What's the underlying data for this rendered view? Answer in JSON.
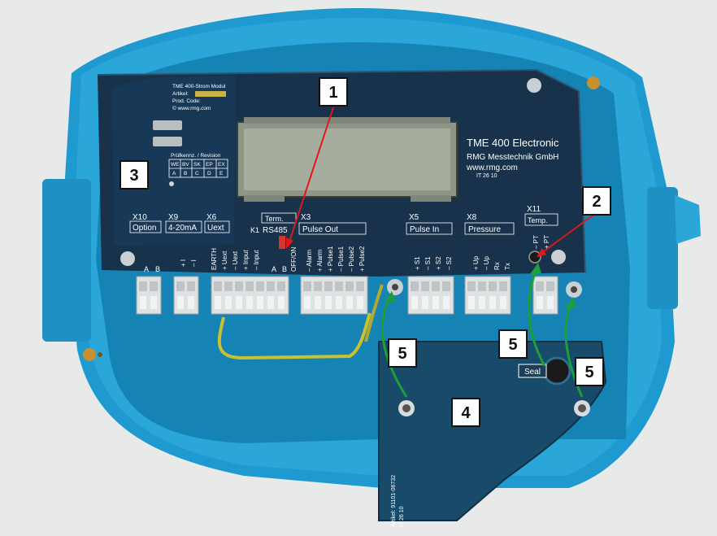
{
  "device": {
    "brand_title": "TME 400 Electronic",
    "maker": "RMG Messtechnik GmbH",
    "website": "www.rmg.com",
    "serial_code": "IT 26 10"
  },
  "module": {
    "title": "TME 400-Strom Modul",
    "artikel": "Artikel:",
    "prod_code": "Prod. Code:",
    "copyright": "© www.rmg.com",
    "revision_title": "Prüfkennz. / Revision",
    "revision_row1": [
      "WE",
      "BV",
      "SK",
      "EP",
      "EX"
    ],
    "revision_row2": [
      "A",
      "B",
      "C",
      "D",
      "E"
    ]
  },
  "connectors": {
    "x10": {
      "id": "X10",
      "name": "Option",
      "pins": [
        "A",
        "B"
      ]
    },
    "x9": {
      "id": "X9",
      "name": "4-20mA",
      "pins": [
        "+ I",
        "– I"
      ]
    },
    "x6": {
      "id": "X6",
      "name": "Uext",
      "pins": [
        "EARTH",
        "+ Uext",
        "– Uext"
      ]
    },
    "k1": {
      "id": "K1",
      "pins": [
        "+ Input",
        "– Input"
      ]
    },
    "term": {
      "name": "Term.",
      "rs485": "RS485",
      "switch": "OFF/ON",
      "pins": [
        "A",
        "B"
      ]
    },
    "x3": {
      "id": "X3",
      "name": "Pulse Out",
      "pins": [
        "– Alarm",
        "+ Alarm",
        "+ Pulse1",
        "– Pulse1",
        "– Pulse2",
        "+ Pulse2"
      ]
    },
    "x5": {
      "id": "X5",
      "name": "Pulse In",
      "pins": [
        "+ S1",
        "– S1",
        "+ S2",
        "– S2"
      ]
    },
    "x8": {
      "id": "X8",
      "name": "Pressure",
      "pins": [
        "+ Up",
        "– Up",
        "Rx",
        "Tx"
      ]
    },
    "x11": {
      "id": "X11",
      "name": "Temp.",
      "pins": [
        "– PT",
        "+ PT"
      ]
    }
  },
  "seal_label": "Seal",
  "cover_article": "Artikel: 91101-06732",
  "cover_code": "IT 26 10",
  "callouts": [
    "1",
    "2",
    "3",
    "4",
    "5",
    "5",
    "5"
  ],
  "colors": {
    "housing": "#1f9ad0",
    "pcb": "#17324a",
    "callout_arrow_red": "#e01818",
    "callout_arrow_green": "#1e9e3a"
  }
}
